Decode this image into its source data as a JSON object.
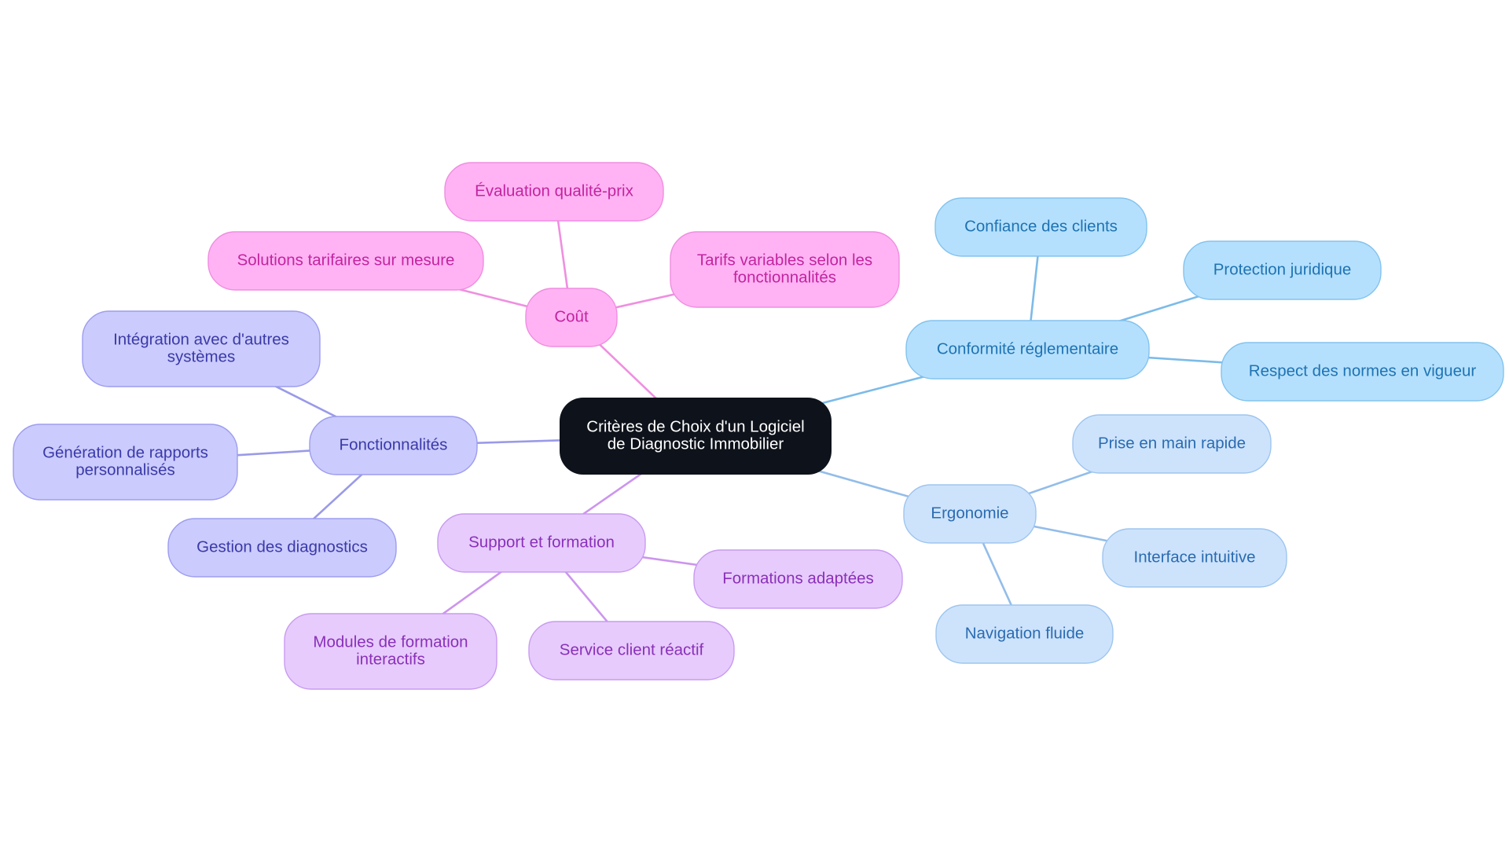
{
  "root": {
    "lines": [
      "Critères de Choix d'un Logiciel",
      "de Diagnostic Immobilier"
    ]
  },
  "branches": {
    "cout": {
      "label": "Coût",
      "colors": {
        "fill": "#ffb3f4",
        "stroke": "#f08de0",
        "text": "#c2249f",
        "edge": "#ef8fe0"
      },
      "children": [
        {
          "lines": [
            "Évaluation qualité-prix"
          ]
        },
        {
          "lines": [
            "Solutions tarifaires sur mesure"
          ]
        },
        {
          "lines": [
            "Tarifs variables selon les",
            "fonctionnalités"
          ]
        }
      ]
    },
    "conformite": {
      "label": "Conformité réglementaire",
      "colors": {
        "fill": "#b5e0fd",
        "stroke": "#83c3ee",
        "text": "#1e73b3",
        "edge": "#7cbbe8"
      },
      "children": [
        {
          "lines": [
            "Confiance des clients"
          ]
        },
        {
          "lines": [
            "Protection juridique"
          ]
        },
        {
          "lines": [
            "Respect des normes en vigueur"
          ]
        }
      ]
    },
    "ergonomie": {
      "label": "Ergonomie",
      "colors": {
        "fill": "#cde3fc",
        "stroke": "#9fc5ef",
        "text": "#2a6bb0",
        "edge": "#93bde9"
      },
      "children": [
        {
          "lines": [
            "Prise en main rapide"
          ]
        },
        {
          "lines": [
            "Interface intuitive"
          ]
        },
        {
          "lines": [
            "Navigation fluide"
          ]
        }
      ]
    },
    "fonctionnalites": {
      "label": "Fonctionnalités",
      "colors": {
        "fill": "#cbcbfd",
        "stroke": "#9d9df0",
        "text": "#3a3aa8",
        "edge": "#9a9ae8"
      },
      "children": [
        {
          "lines": [
            "Intégration avec d'autres",
            "systèmes"
          ]
        },
        {
          "lines": [
            "Génération de rapports",
            "personnalisés"
          ]
        },
        {
          "lines": [
            "Gestion des diagnostics"
          ]
        }
      ]
    },
    "support": {
      "label": "Support et formation",
      "colors": {
        "fill": "#e7cbfd",
        "stroke": "#c99bf0",
        "text": "#8a30b8",
        "edge": "#cc95ee"
      },
      "children": [
        {
          "lines": [
            "Formations adaptées"
          ]
        },
        {
          "lines": [
            "Modules de formation",
            "interactifs"
          ]
        },
        {
          "lines": [
            "Service client réactif"
          ]
        }
      ]
    }
  },
  "root_colors": {
    "fill": "#0e121a",
    "text": "#ffffff"
  }
}
